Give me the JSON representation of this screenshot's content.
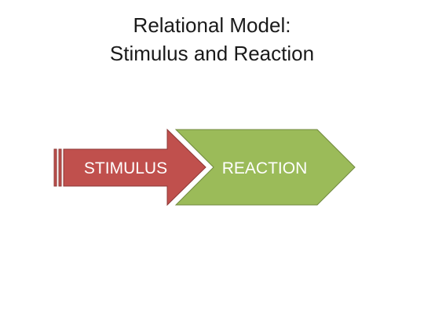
{
  "slide": {
    "title_line_1": "Relational Model:",
    "title_line_2": "Stimulus and Reaction"
  },
  "diagram": {
    "stimulus": {
      "label": "STIMULUS",
      "fill": "#c0504d",
      "stroke": "#8c3836"
    },
    "reaction": {
      "label": "REACTION",
      "fill": "#9bbb59",
      "stroke": "#71893f"
    }
  }
}
